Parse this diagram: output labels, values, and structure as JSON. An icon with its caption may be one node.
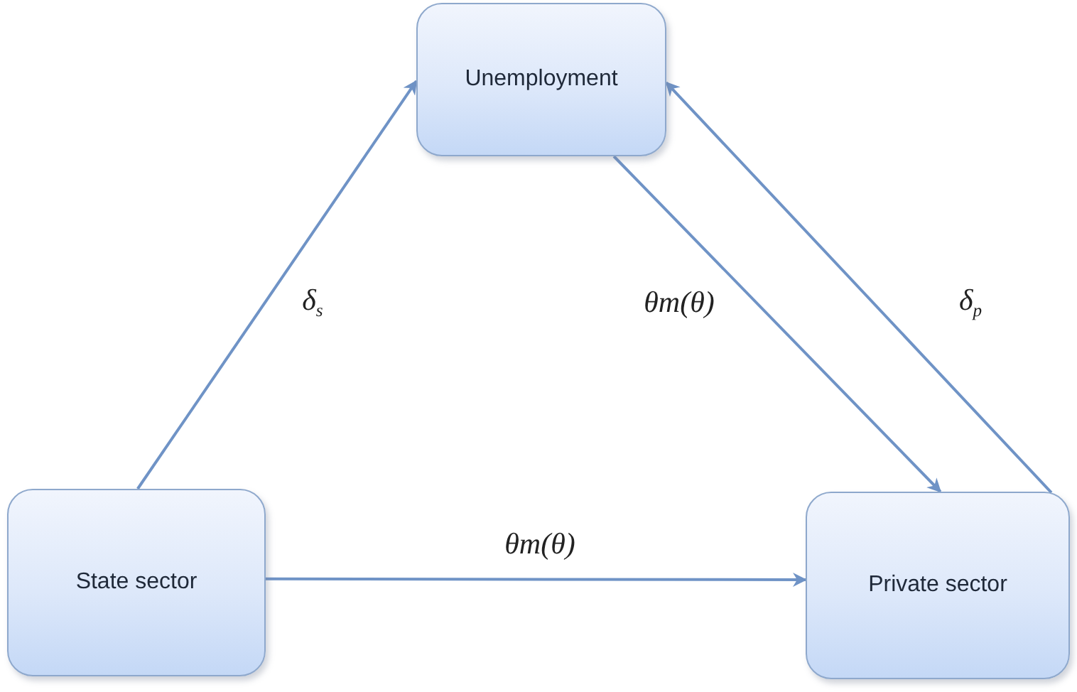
{
  "diagram": {
    "nodes": [
      {
        "text": [
          "Unemployment"
        ]
      },
      {
        "text": [
          "State sector"
        ]
      },
      {
        "text": [
          "Private sector"
        ]
      }
    ],
    "edges": [
      {
        "from": 1,
        "to": 0,
        "arrow": "to",
        "label": "δ$_{s}$"
      },
      {
        "from": 0,
        "to": 2,
        "arrow": "to",
        "label": "θm(θ)"
      },
      {
        "from": 2,
        "to": 0,
        "arrow": "to",
        "label": "δ$_{p}$"
      },
      {
        "from": 1,
        "to": 2,
        "arrow": "to",
        "label": "θm(θ)"
      }
    ]
  }
}
